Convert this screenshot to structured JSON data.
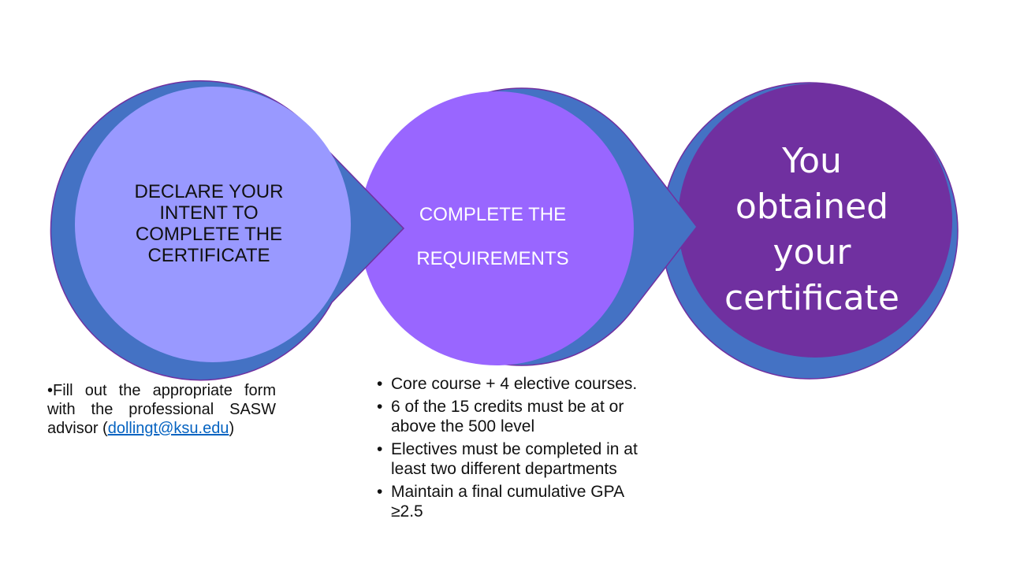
{
  "colors": {
    "ring_blue": "#4472c4",
    "circle1_fill": "#9999ff",
    "circle2_fill": "#9966ff",
    "circle3_fill": "#7030a0",
    "outline": "#7030a0"
  },
  "steps": [
    {
      "label": "DECLARE YOUR INTENT TO COMPLETE THE CERTIFICATE"
    },
    {
      "label_line1": "COMPLETE THE",
      "label_line2": "REQUIREMENTS"
    },
    {
      "line1": "You",
      "line2": "obtained",
      "line3": "your",
      "line4": "certificate"
    }
  ],
  "note1": {
    "prefix": "•Fill out the appropriate form with the professional SASW advisor (",
    "email": "dollingt@ksu.edu",
    "suffix": ")"
  },
  "requirements": [
    "Core course + 4 elective courses.",
    "6 of the 15 credits must be at or above the 500 level",
    "Electives must be completed in at least two different departments",
    "Maintain a final cumulative GPA ≥2.5"
  ]
}
